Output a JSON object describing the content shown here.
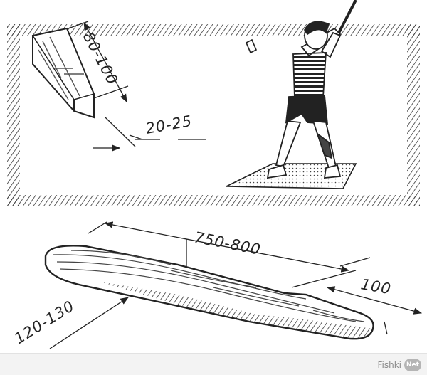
{
  "dimensions": {
    "block_length": "80-100",
    "block_width": "20-25",
    "bat_length": "750-800",
    "handle_length": "100",
    "bat_width": "120-130"
  },
  "watermark": {
    "site": "Fishki",
    "badge": "Net"
  }
}
